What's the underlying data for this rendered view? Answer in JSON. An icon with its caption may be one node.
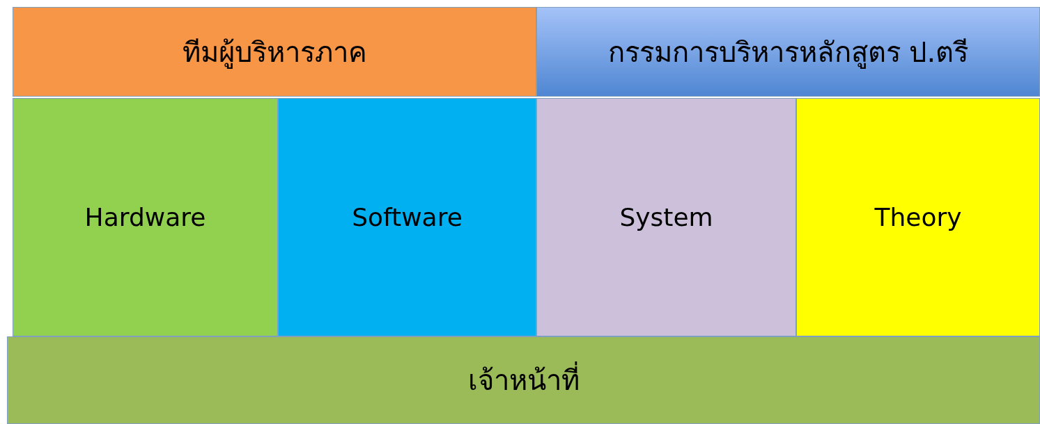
{
  "diagram": {
    "nodes": [
      {
        "text": [
          "ทีมผู้บริหารภาค"
        ]
      },
      {
        "text": [
          "กรรมการบริหารหลักสูตร ป.ตรี"
        ]
      },
      {
        "text": [
          "Hardware"
        ]
      },
      {
        "text": [
          "Software"
        ]
      },
      {
        "text": [
          "System"
        ]
      },
      {
        "text": [
          "Theory"
        ]
      },
      {
        "text": [
          "เจ้าหน้าที่"
        ]
      }
    ]
  }
}
